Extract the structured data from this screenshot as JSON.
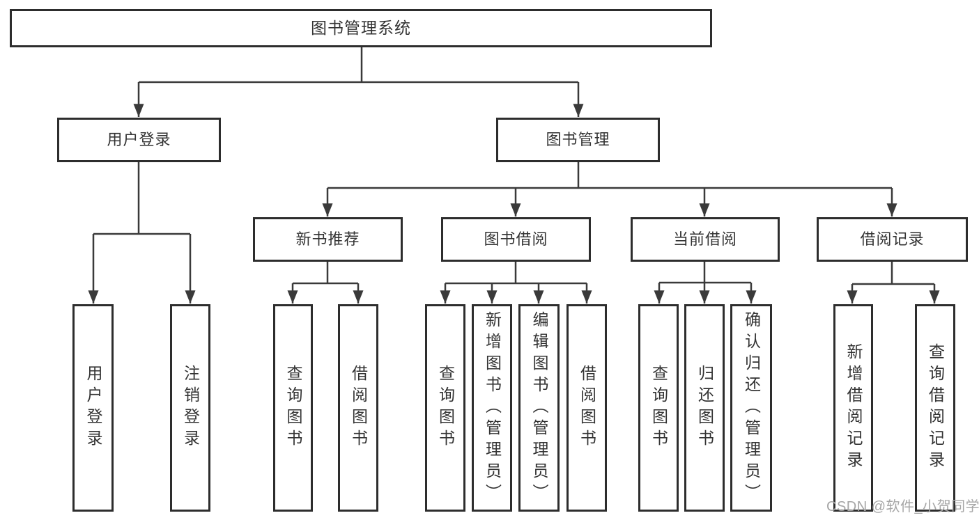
{
  "diagram": {
    "type": "hierarchy-tree",
    "root": {
      "label": "图书管理系统",
      "children": [
        {
          "label": "用户登录",
          "children": [
            {
              "label": "用户登录"
            },
            {
              "label": "注销登录"
            }
          ]
        },
        {
          "label": "图书管理",
          "children": [
            {
              "label": "新书推荐",
              "children": [
                {
                  "label": "查询图书"
                },
                {
                  "label": "借阅图书"
                }
              ]
            },
            {
              "label": "图书借阅",
              "children": [
                {
                  "label": "查询图书"
                },
                {
                  "label": "新增图书（管理员）"
                },
                {
                  "label": "编辑图书（管理员）"
                },
                {
                  "label": "借阅图书"
                }
              ]
            },
            {
              "label": "当前借阅",
              "children": [
                {
                  "label": "查询图书"
                },
                {
                  "label": "归还图书"
                },
                {
                  "label": "确认归还（管理员）"
                }
              ]
            },
            {
              "label": "借阅记录",
              "children": [
                {
                  "label": "新增借阅记录"
                },
                {
                  "label": "查询借阅记录"
                }
              ]
            }
          ]
        }
      ]
    }
  },
  "watermark": {
    "text": "CSDN @软件_小贺同学",
    "color": "#a6a6a6"
  },
  "colors": {
    "line": "#3a3a3a",
    "box_border": "#2d2d2d",
    "text": "#333333",
    "background": "#ffffff"
  }
}
